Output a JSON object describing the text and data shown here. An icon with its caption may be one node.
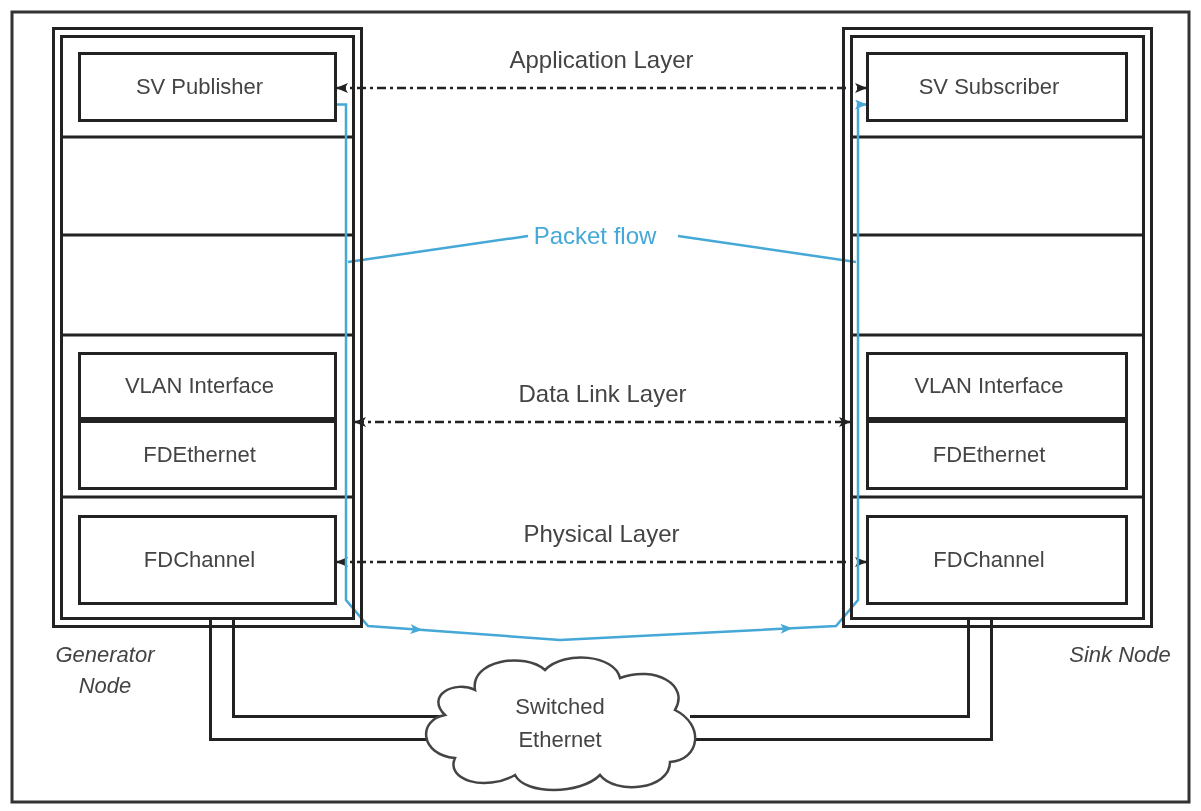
{
  "diagram": {
    "nodes": [
      {
        "text": [],
        "shape": "box",
        "beside": [
          "Generator Node"
        ]
      },
      {
        "text": [
          "SV Publisher"
        ],
        "in": 0
      },
      {
        "text": [
          "VLAN Interface"
        ],
        "in": 0
      },
      {
        "text": [
          "FDEthernet"
        ],
        "in": 0
      },
      {
        "text": [
          "FDChannel"
        ],
        "in": 0
      },
      {
        "text": [],
        "shape": "box",
        "beside": [
          "Sink Node"
        ]
      },
      {
        "text": [
          "SV Subscriber"
        ],
        "in": 5
      },
      {
        "text": [
          "VLAN Interface"
        ],
        "in": 5
      },
      {
        "text": [
          "FDEthernet"
        ],
        "in": 5
      },
      {
        "text": [
          "FDChannel"
        ],
        "in": 5
      },
      {
        "text": [
          "Switched Ethernet"
        ]
      },
      {
        "text": [
          "Packet flow"
        ]
      }
    ],
    "edges": [
      {
        "from": 1,
        "to": 6,
        "arrow": "both",
        "style": "dashed",
        "label": "Application Layer"
      },
      {
        "from": 0,
        "to": 5,
        "arrow": "both",
        "style": "dashed",
        "label": "Data Link Layer"
      },
      {
        "from": 4,
        "to": 9,
        "arrow": "both",
        "style": "dashed",
        "label": "Physical Layer"
      },
      {
        "from": 0,
        "to": 10,
        "arrow": "none",
        "style": "thick"
      },
      {
        "from": 10,
        "to": 5,
        "arrow": "none",
        "style": "thick"
      },
      {
        "from": 1,
        "to": 6,
        "arrow": "to",
        "color": "#45a8d6"
      },
      {
        "from": 11,
        "to": 0,
        "arrow": "none",
        "color": "#45a8d6"
      },
      {
        "from": 11,
        "to": 5,
        "arrow": "none",
        "color": "#45a8d6"
      }
    ]
  }
}
